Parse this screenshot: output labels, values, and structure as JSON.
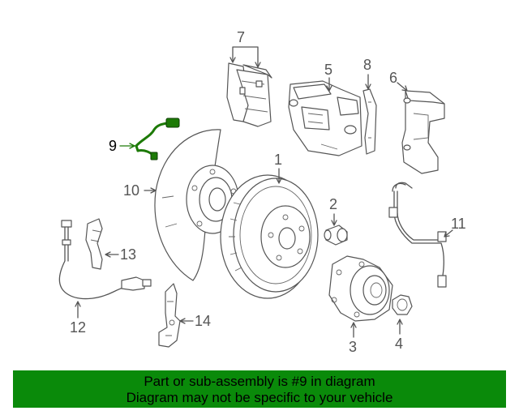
{
  "callouts": [
    {
      "num": "1",
      "part": "brake rotor"
    },
    {
      "num": "2",
      "part": "bushing"
    },
    {
      "num": "3",
      "part": "hub bearing"
    },
    {
      "num": "4",
      "part": "axle nut"
    },
    {
      "num": "5",
      "part": "caliper"
    },
    {
      "num": "6",
      "part": "caliper bracket"
    },
    {
      "num": "7",
      "part": "brake pads"
    },
    {
      "num": "8",
      "part": "pad spring"
    },
    {
      "num": "9",
      "part": "pad wear sensor"
    },
    {
      "num": "10",
      "part": "splash shield"
    },
    {
      "num": "11",
      "part": "brake hose"
    },
    {
      "num": "12",
      "part": "abs sensor"
    },
    {
      "num": "13",
      "part": "sensor bracket"
    },
    {
      "num": "14",
      "part": "hose bracket"
    }
  ],
  "highlight": {
    "part_number": "9",
    "color": "#1d7a07"
  },
  "footer": {
    "line1": "Part or sub-assembly is #9 in diagram",
    "line2": "Diagram may not be specific to your vehicle",
    "background": "#0a8a0a"
  }
}
